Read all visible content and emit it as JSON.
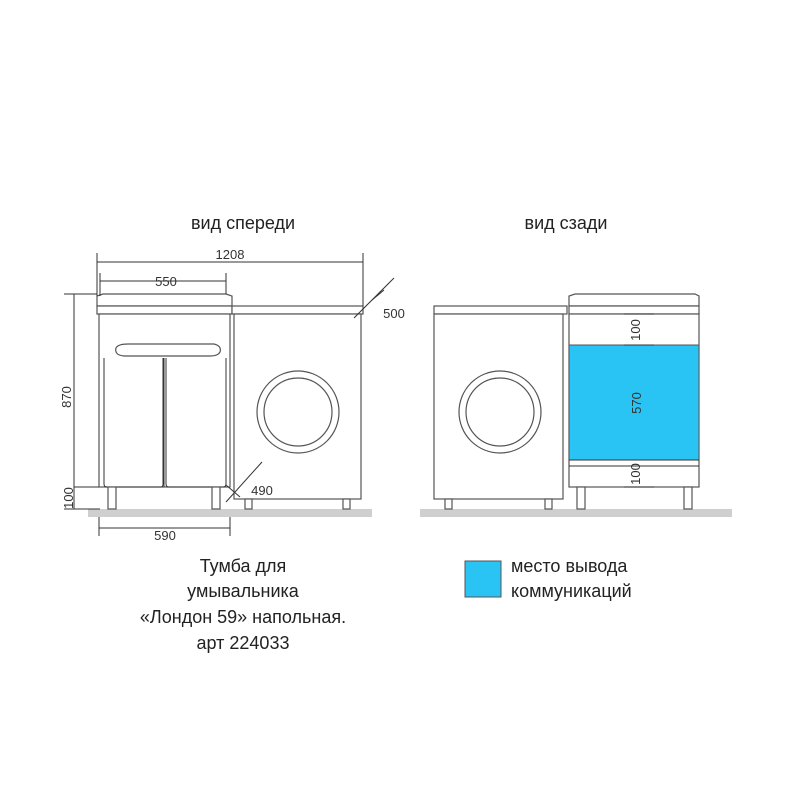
{
  "views": {
    "front_title": "вид спереди",
    "back_title": "вид сзади"
  },
  "dimensions": {
    "total_width": "1208",
    "cabinet_width_top": "550",
    "depth_top": "500",
    "height_total": "870",
    "leg_height": "100",
    "depth_bottom": "490",
    "cabinet_width_bottom": "590",
    "back_top_offset": "100",
    "back_outlet_height": "570",
    "back_bottom_offset": "100"
  },
  "caption": {
    "line1": "Тумба для",
    "line2": "умывальника",
    "line3": "«Лондон 59» напольная.",
    "line4": "арт 224033"
  },
  "legend": {
    "line1": "место вывода",
    "line2": "коммуникаций",
    "swatch_color": "#29c4f4"
  },
  "colors": {
    "floor": "#cfcfcf",
    "outlet_area": "#29c4f4"
  }
}
